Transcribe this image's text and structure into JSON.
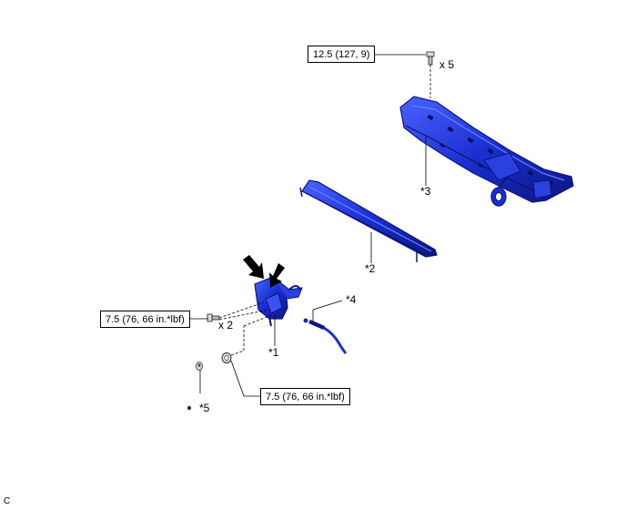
{
  "torque_specs": {
    "top": "12.5 (127, 9)",
    "left": "7.5 (76, 66 in.*lbf)",
    "bottom": "7.5 (76, 66 in.*lbf)"
  },
  "quantities": {
    "top_bolts": "x 5",
    "left_bolts": "x 2"
  },
  "callouts": {
    "part1": "*1",
    "part2": "*2",
    "part3": "*3",
    "part4": "*4",
    "part5": "*5"
  },
  "corner_code": "C",
  "colors": {
    "part_fill": "#1a2fd0",
    "part_dark": "#0b1680",
    "part_light": "#4a63ff",
    "line": "#000000",
    "fastener": "#9a9a9a"
  }
}
